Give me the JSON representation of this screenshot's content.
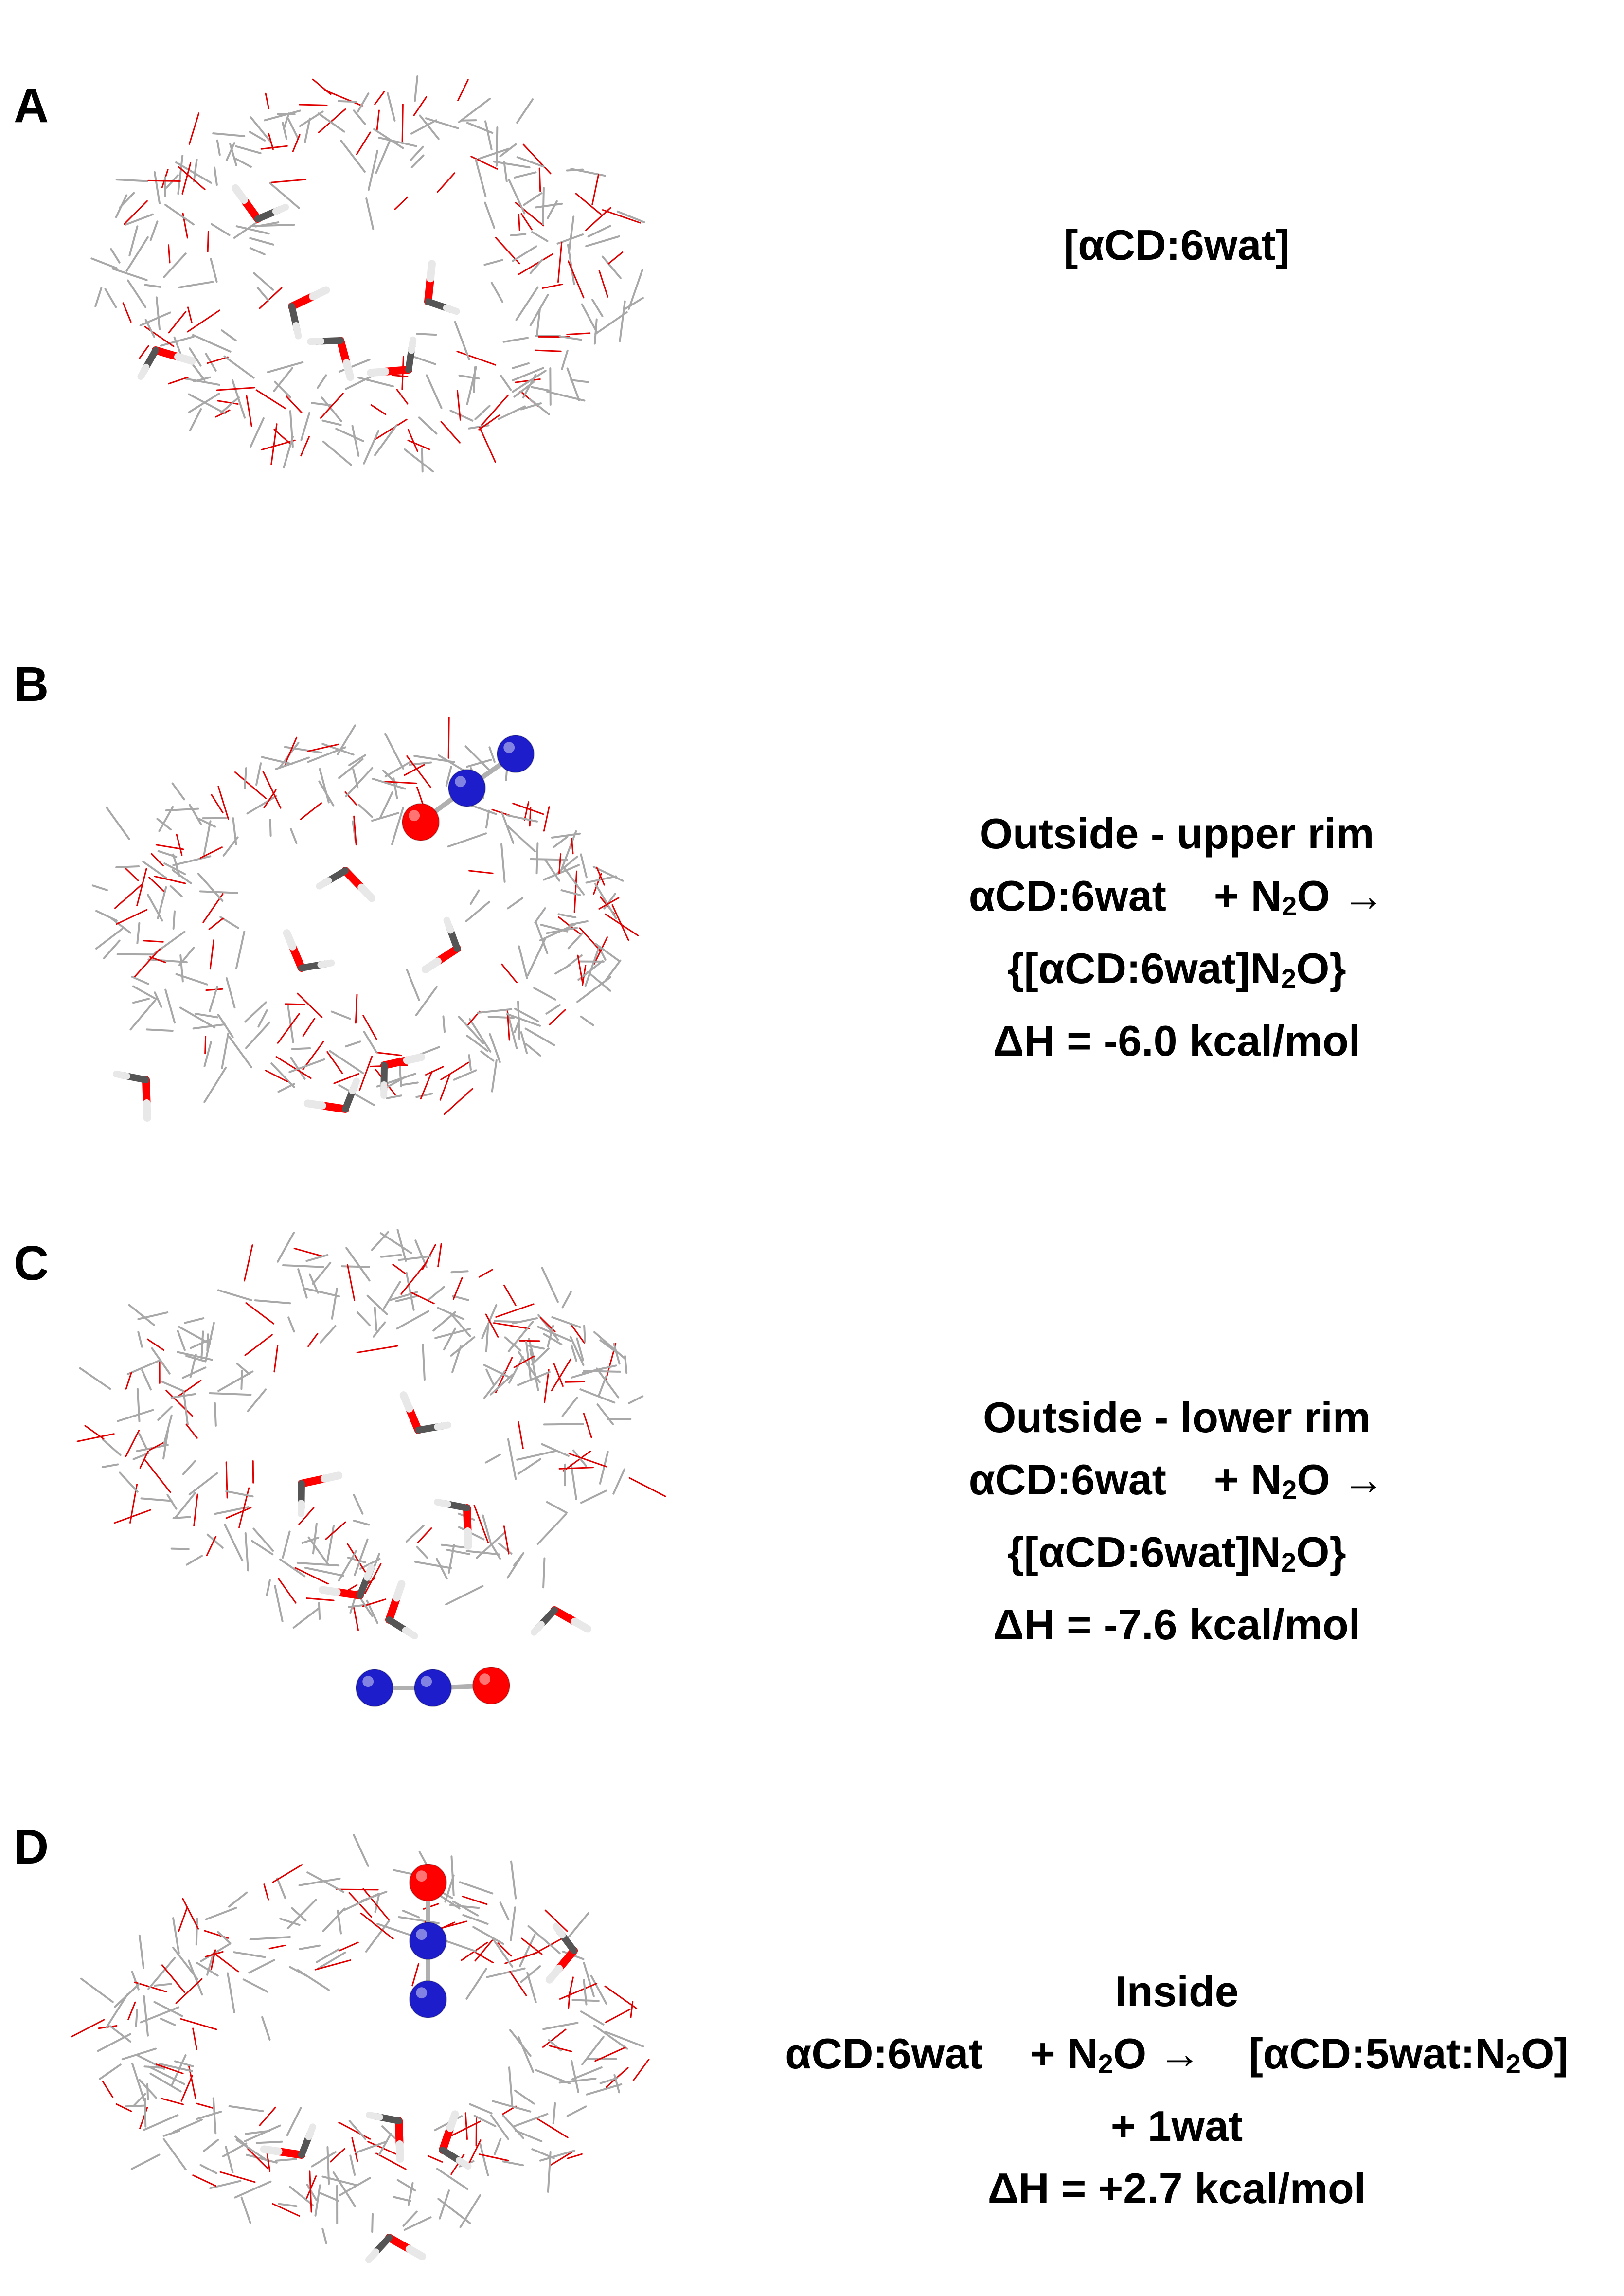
{
  "colors": {
    "carbon_bond": "#a8a8a8",
    "oxygen_bond": "#e00000",
    "hydrogen": "#e8e8e8",
    "oxygen_atom": "#ff0000",
    "nitrogen_atom": "#1d1dcc"
  },
  "panels": [
    {
      "label": "A",
      "caption": {
        "line1": "[αCD:6wat]"
      }
    },
    {
      "label": "B",
      "caption": {
        "line1": "Outside - upper rim",
        "line2_a": "αCD:6wat    + N",
        "line2_sub": "2",
        "line2_b": "O →",
        "line3_a": "{[αCD:6wat]N",
        "line3_sub": "2",
        "line3_b": "O}",
        "line4": "ΔH = -6.0 kcal/mol"
      }
    },
    {
      "label": "C",
      "caption": {
        "line1": "Outside - lower rim",
        "line2_a": "αCD:6wat    + N",
        "line2_sub": "2",
        "line2_b": "O →",
        "line3_a": "{[αCD:6wat]N",
        "line3_sub": "2",
        "line3_b": "O}",
        "line4": "ΔH = -7.6 kcal/mol"
      }
    },
    {
      "label": "D",
      "caption": {
        "line1": "Inside",
        "line2_a": "αCD:6wat    + N",
        "line2_sub": "2",
        "line2_b": "O →    [αCD:5wat:N",
        "line2_sub2": "2",
        "line2_c": "O]",
        "line3": "+ 1wat",
        "line4": "ΔH = +2.7 kcal/mol"
      }
    }
  ]
}
